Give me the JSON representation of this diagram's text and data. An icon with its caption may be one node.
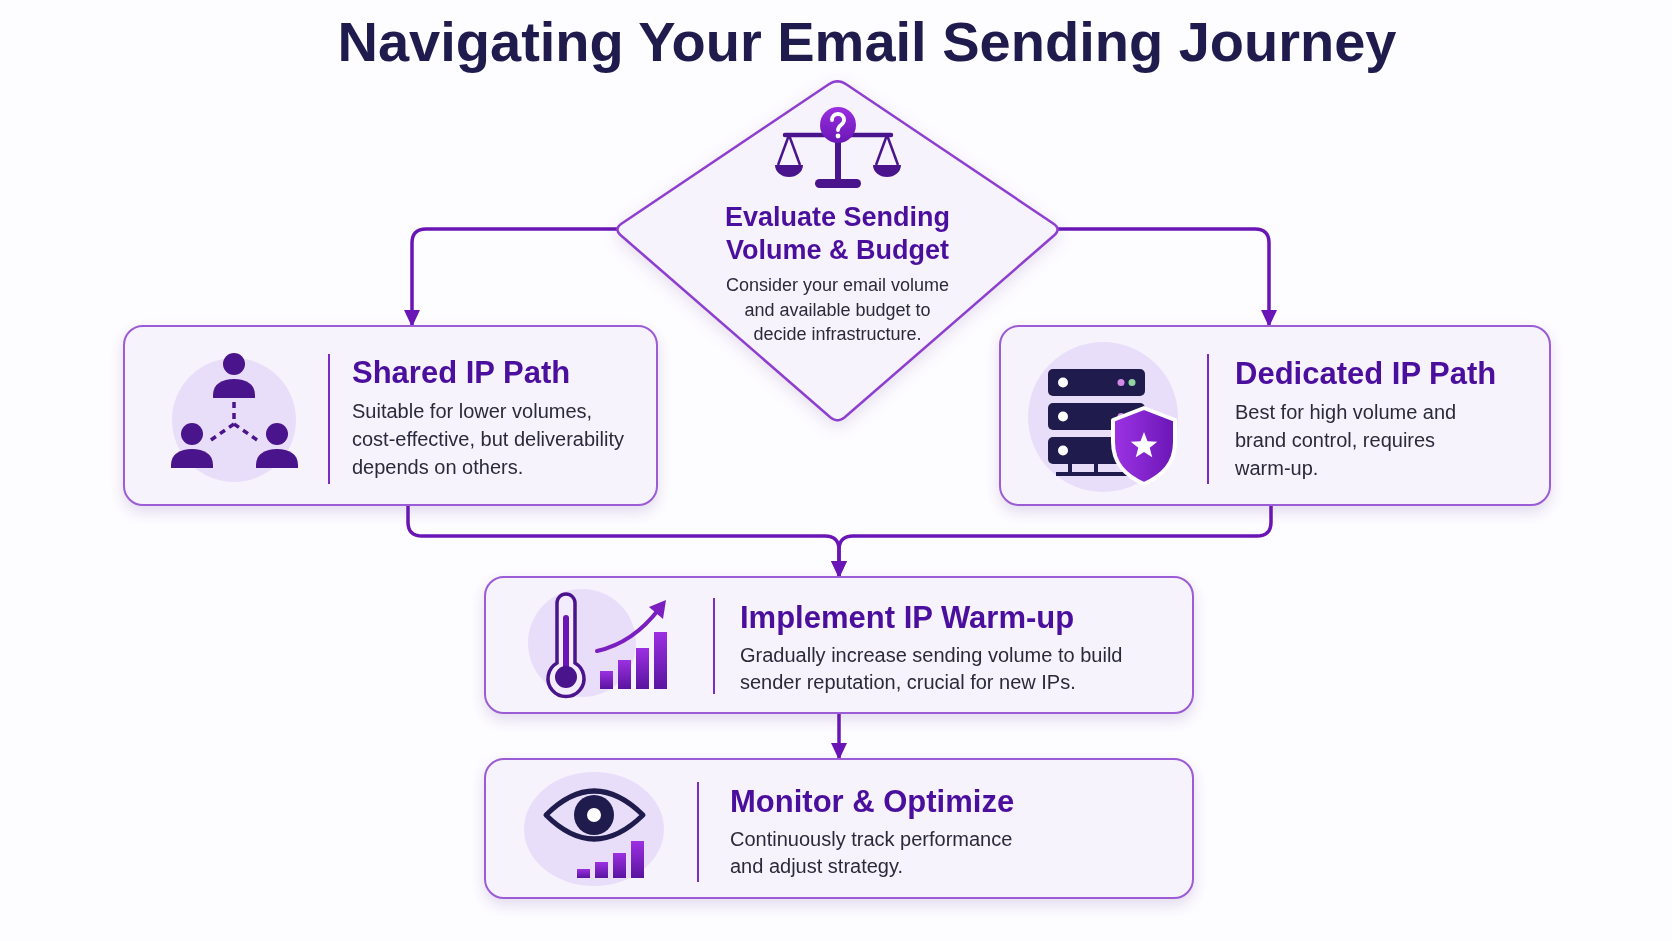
{
  "diagram": {
    "title": "Navigating Your Email Sending Journey",
    "nodes": [
      {
        "text": [
          "Evaluate Sending Volume & Budget",
          "Consider your email volume and available budget to decide infrastructure."
        ]
      },
      {
        "text": [
          "Shared IP Path",
          "Suitable for lower volumes, cost-effective, but deliverability depends on others."
        ]
      },
      {
        "text": [
          "Dedicated IP Path",
          "Best for high volume and brand control, requires warm-up."
        ]
      },
      {
        "text": [
          "Implement IP Warm-up",
          "Gradually increase sending volume to build sender reputation, crucial for new IPs."
        ]
      },
      {
        "text": [
          "Monitor & Optimize",
          "Continuously track performance and adjust strategy."
        ]
      }
    ],
    "edges": [
      {
        "from": 0,
        "to": 1,
        "arrow": "to"
      },
      {
        "from": 0,
        "to": 2,
        "arrow": "to"
      },
      {
        "from": 1,
        "to": 3,
        "arrow": "to"
      },
      {
        "from": 2,
        "to": 3,
        "arrow": "to"
      },
      {
        "from": 3,
        "to": 4,
        "arrow": "to"
      }
    ]
  }
}
